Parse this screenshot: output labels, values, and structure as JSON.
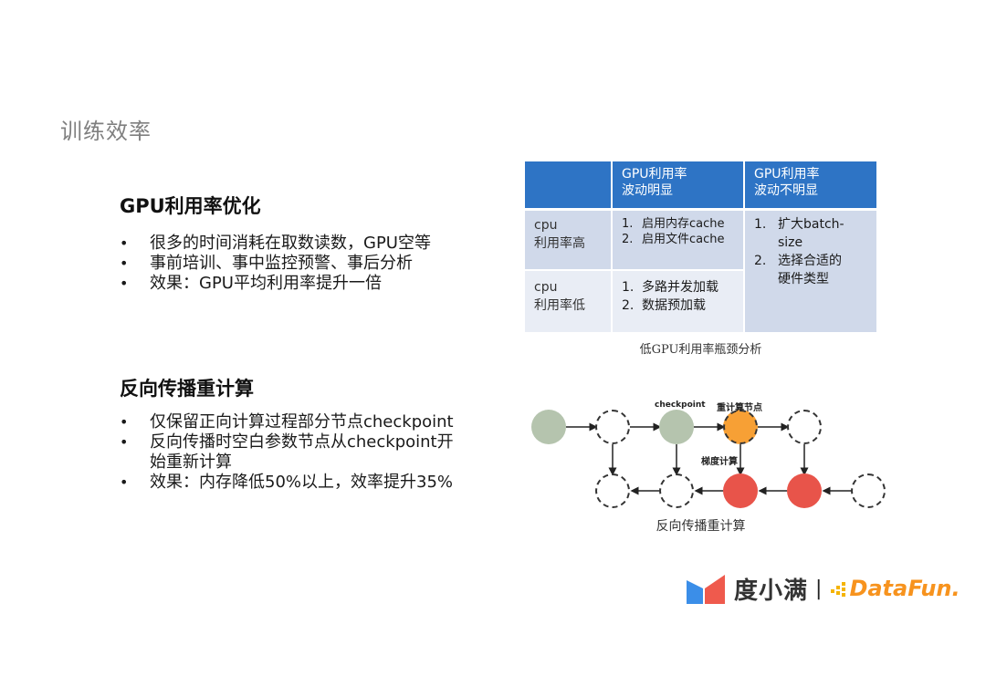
{
  "slide": {
    "title": "训练效率"
  },
  "section_gpu": {
    "title": "GPU利用率优化",
    "bullets": [
      "很多的时间消耗在取数读数，GPU空等",
      "事前培训、事中监控预警、事后分析",
      "效果：GPU平均利用率提升一倍"
    ]
  },
  "section_recompute": {
    "title": "反向传播重计算",
    "bullets": [
      "仅保留正向计算过程部分节点checkpoint",
      "反向传播时空白参数节点从checkpoint开始重新计算",
      "效果：内存降低50%以上，效率提升35%"
    ],
    "bullet2_line1": "反向传播时空白参数节点从checkpoint开",
    "bullet2_line2": "始重新计算"
  },
  "table": {
    "header": [
      "",
      "GPU利用率\n波动明显",
      "GPU利用率\n波动不明显"
    ],
    "header_col1_line1": "GPU利用率",
    "header_col1_line2": "波动明显",
    "header_col2_line1": "GPU利用率",
    "header_col2_line2": "波动不明显",
    "rows": [
      {
        "label_line1": "cpu",
        "label_line2": "利用率高",
        "col1": [
          {
            "n": "1.",
            "text": "启用内存cache"
          },
          {
            "n": "2.",
            "text": "启用文件cache"
          }
        ]
      },
      {
        "label_line1": "cpu",
        "label_line2": "利用率低",
        "col1": [
          {
            "n": "1.",
            "text": "多路并发加载"
          },
          {
            "n": "2.",
            "text": "数据预加载"
          }
        ]
      }
    ],
    "merged_col2": [
      {
        "n": "1.",
        "line1": "扩大batch-",
        "line2": "size"
      },
      {
        "n": "2.",
        "line1": "选择合适的",
        "line2": "硬件类型"
      }
    ],
    "caption": "低GPU利用率瓶颈分析",
    "colors": {
      "header": "#2e74c5",
      "dark_cell": "#d0d9ea",
      "light_cell": "#e9edf5"
    }
  },
  "diagram": {
    "labels": {
      "checkpoint": "checkpoint",
      "recompute_node": "重计算节点",
      "gradient": "梯度计算"
    },
    "caption": "反向传播重计算",
    "colors": {
      "checkpoint": "#b5c4ae",
      "recompute": "#f7a035",
      "gradient": "#e8544a"
    }
  },
  "footer": {
    "brand1": "度小满",
    "separator": "|",
    "brand2": "DataFun."
  }
}
